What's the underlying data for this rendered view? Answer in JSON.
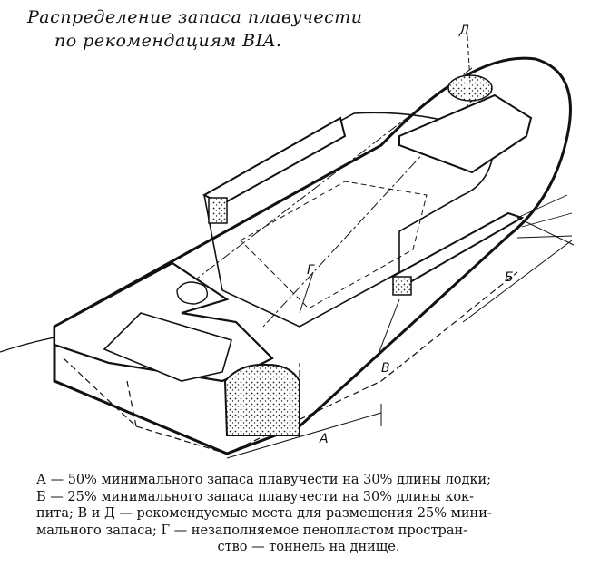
{
  "title": {
    "line1": "Распределение запаса плавучести",
    "line2": "по рекомендациям BIA."
  },
  "labels": {
    "a": "А",
    "b": "Б",
    "v": "В",
    "g": "Г",
    "d": "Д"
  },
  "caption": {
    "line1": "А — 50% минимального запаса плавучести на 30% длины лодки;",
    "line2": "Б — 25% минимального запаса плавучести на 30% длины кок-",
    "line3": "пита; В и Д — рекомендуемые места для размещения 25% мини-",
    "line4": "мального запаса; Г — незаполняемое пенопластом простран-",
    "line5": "ство — тоннель на днище."
  }
}
